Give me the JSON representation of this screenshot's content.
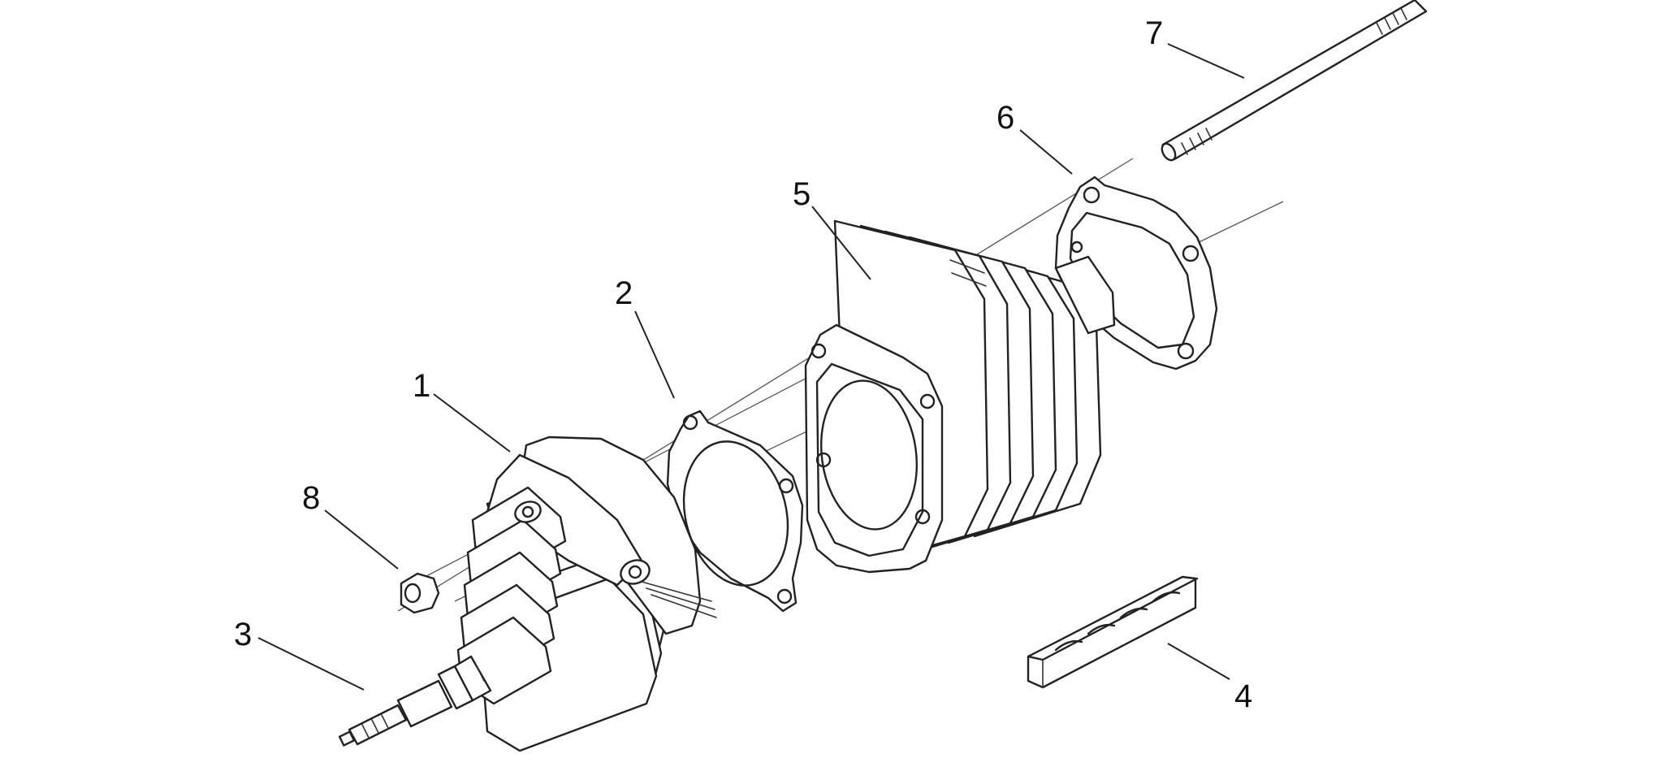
{
  "callouts": [
    {
      "id": "1",
      "label": "1"
    },
    {
      "id": "2",
      "label": "2"
    },
    {
      "id": "3",
      "label": "3"
    },
    {
      "id": "4",
      "label": "4"
    },
    {
      "id": "5",
      "label": "5"
    },
    {
      "id": "6",
      "label": "6"
    },
    {
      "id": "7",
      "label": "7"
    },
    {
      "id": "8",
      "label": "8"
    }
  ],
  "colors": {
    "line": "#222222",
    "background": "#ffffff"
  }
}
